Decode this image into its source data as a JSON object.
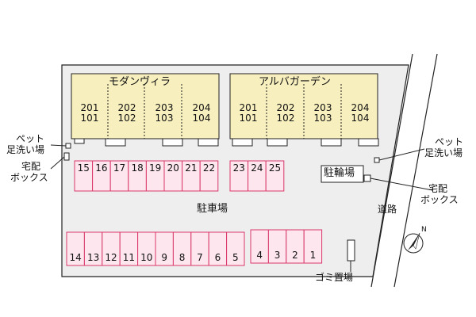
{
  "buildings": [
    {
      "name": "モダンヴィラ",
      "units": [
        {
          "upper": "201",
          "lower": "101"
        },
        {
          "upper": "202",
          "lower": "102"
        },
        {
          "upper": "203",
          "lower": "103"
        },
        {
          "upper": "204",
          "lower": "104"
        }
      ]
    },
    {
      "name": "アルバガーデン",
      "units": [
        {
          "upper": "201",
          "lower": "101"
        },
        {
          "upper": "202",
          "lower": "102"
        },
        {
          "upper": "203",
          "lower": "103"
        },
        {
          "upper": "204",
          "lower": "104"
        }
      ]
    }
  ],
  "parking": {
    "label": "駐車場",
    "upper_row_left": [
      "15",
      "16",
      "17",
      "18",
      "19",
      "20",
      "21",
      "22"
    ],
    "upper_row_right": [
      "23",
      "24",
      "25"
    ],
    "lower_row_left": [
      "14",
      "13",
      "12",
      "11",
      "10",
      "9",
      "8",
      "7",
      "6",
      "5"
    ],
    "lower_row_right": [
      "4",
      "3",
      "2",
      "1"
    ]
  },
  "labels": {
    "pet_footwash_left_line1": "ペット",
    "pet_footwash_left_line2": "足洗い場",
    "delivery_box_left_line1": "宅配",
    "delivery_box_left_line2": "ボックス",
    "pet_footwash_right_line1": "ペット",
    "pet_footwash_right_line2": "足洗い場",
    "delivery_box_right_line1": "宅配",
    "delivery_box_right_line2": "ボックス",
    "bicycle_parking": "駐輪場",
    "road": "道路",
    "garbage": "ゴミ置場",
    "north": "N"
  },
  "colors": {
    "building_fill": "#f7efbe",
    "lot_fill": "#eeeeee",
    "space_fill": "#fde6ee",
    "space_border": "#d9386a"
  }
}
